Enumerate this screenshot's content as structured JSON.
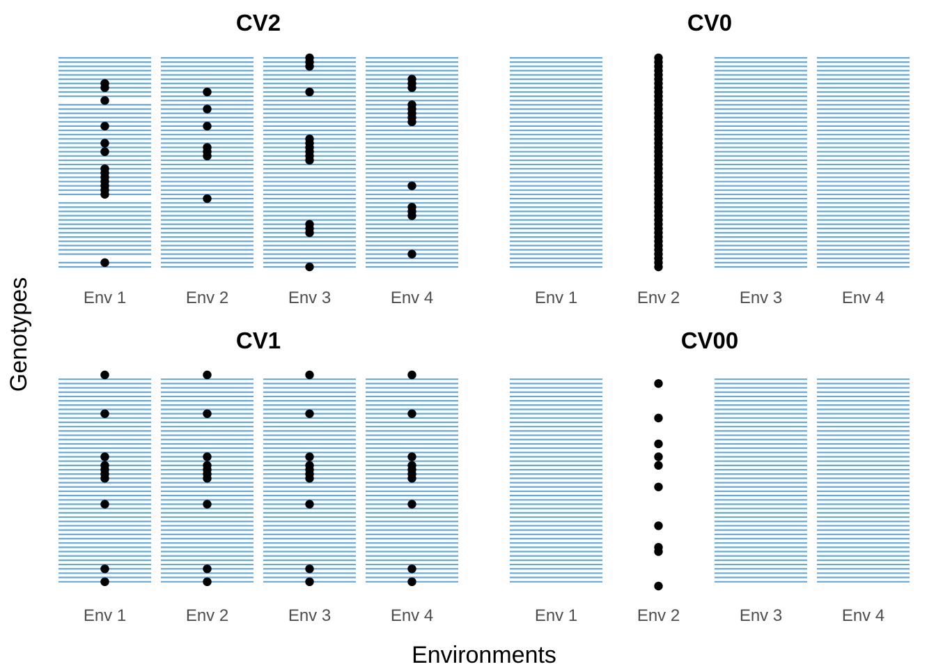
{
  "colors": {
    "train_line": "#63a9dd",
    "test_point": "#000000",
    "tick_text": "#4d4d4d",
    "background": "#ffffff"
  },
  "axes": {
    "xlabel": "Environments",
    "ylabel": "Genotypes"
  },
  "chart_data": [
    {
      "type": "scatter",
      "title": "CV2",
      "categories": [
        "Env 1",
        "Env 2",
        "Env 3",
        "Env 4"
      ],
      "ylim": [
        1,
        50
      ],
      "series": [
        {
          "role": "train",
          "render": "hline",
          "values": [
            [
              1,
              2,
              3,
              4,
              5,
              6,
              7,
              8,
              9,
              10,
              12,
              13,
              14,
              15,
              16,
              17,
              18,
              19,
              20,
              21,
              22,
              23,
              24,
              25,
              26,
              27,
              28,
              29,
              30,
              31,
              32,
              33,
              35,
              36,
              37,
              38,
              39,
              40,
              41,
              42,
              43,
              44,
              45,
              46,
              47,
              49,
              50
            ],
            [
              1,
              2,
              3,
              4,
              5,
              6,
              7,
              8,
              9,
              10,
              11,
              12,
              13,
              14,
              15,
              16,
              17,
              18,
              19,
              20,
              21,
              22,
              23,
              24,
              25,
              26,
              27,
              28,
              29,
              30,
              31,
              32,
              33,
              34,
              35,
              36,
              37,
              38,
              39,
              40,
              41,
              42,
              43,
              44,
              45,
              46,
              47,
              48,
              49,
              50
            ],
            [
              1,
              2,
              3,
              4,
              5,
              6,
              7,
              8,
              9,
              10,
              11,
              12,
              13,
              14,
              15,
              16,
              17,
              18,
              19,
              20,
              21,
              22,
              23,
              24,
              25,
              26,
              27,
              28,
              29,
              30,
              31,
              32,
              33,
              34,
              35,
              36,
              37,
              38,
              39,
              40,
              41,
              42,
              43,
              44,
              45,
              46,
              47,
              48,
              49,
              50
            ],
            [
              1,
              2,
              3,
              4,
              5,
              6,
              7,
              8,
              9,
              10,
              11,
              12,
              13,
              14,
              15,
              16,
              17,
              18,
              19,
              20,
              21,
              22,
              23,
              24,
              25,
              26,
              27,
              28,
              29,
              30,
              31,
              32,
              33,
              34,
              35,
              36,
              37,
              38,
              39,
              40,
              41,
              42,
              43,
              44,
              45,
              46,
              47,
              48,
              49,
              50
            ]
          ]
        },
        {
          "role": "test",
          "render": "point",
          "values": [
            [
              7,
              8,
              11,
              17,
              21,
              23,
              27,
              28,
              29,
              30,
              31,
              32,
              33,
              49
            ],
            [
              9,
              13,
              17,
              22,
              23,
              24,
              34
            ],
            [
              1,
              2,
              3,
              9,
              20,
              21,
              22,
              23,
              24,
              25,
              40,
              41,
              42,
              50
            ],
            [
              6,
              7,
              8,
              12,
              13,
              14,
              15,
              16,
              31,
              36,
              37,
              38,
              47
            ]
          ]
        }
      ]
    },
    {
      "type": "scatter",
      "title": "CV0",
      "categories": [
        "Env 1",
        "Env 2",
        "Env 3",
        "Env 4"
      ],
      "ylim": [
        1,
        50
      ],
      "series": [
        {
          "role": "train",
          "render": "hline",
          "values": [
            [
              1,
              2,
              3,
              4,
              5,
              6,
              7,
              8,
              9,
              10,
              11,
              12,
              13,
              14,
              15,
              16,
              17,
              18,
              19,
              20,
              21,
              22,
              23,
              24,
              25,
              26,
              27,
              28,
              29,
              30,
              31,
              32,
              33,
              34,
              35,
              36,
              37,
              38,
              39,
              40,
              41,
              42,
              43,
              44,
              45,
              46,
              47,
              48,
              49,
              50
            ],
            [],
            [
              1,
              2,
              3,
              4,
              5,
              6,
              7,
              8,
              9,
              10,
              11,
              12,
              13,
              14,
              15,
              16,
              17,
              18,
              19,
              20,
              21,
              22,
              23,
              24,
              25,
              26,
              27,
              28,
              29,
              30,
              31,
              32,
              33,
              34,
              35,
              36,
              37,
              38,
              39,
              40,
              41,
              42,
              43,
              44,
              45,
              46,
              47,
              48,
              49,
              50
            ],
            [
              1,
              2,
              3,
              4,
              5,
              6,
              7,
              8,
              9,
              10,
              11,
              12,
              13,
              14,
              15,
              16,
              17,
              18,
              19,
              20,
              21,
              22,
              23,
              24,
              25,
              26,
              27,
              28,
              29,
              30,
              31,
              32,
              33,
              34,
              35,
              36,
              37,
              38,
              39,
              40,
              41,
              42,
              43,
              44,
              45,
              46,
              47,
              48,
              49,
              50
            ]
          ]
        },
        {
          "role": "test",
          "render": "point",
          "values": [
            [],
            [
              1,
              2,
              3,
              4,
              5,
              6,
              7,
              8,
              9,
              10,
              11,
              12,
              13,
              14,
              15,
              16,
              17,
              18,
              19,
              20,
              21,
              22,
              23,
              24,
              25,
              26,
              27,
              28,
              29,
              30,
              31,
              32,
              33,
              34,
              35,
              36,
              37,
              38,
              39,
              40,
              41,
              42,
              43,
              44,
              45,
              46,
              47,
              48,
              49,
              50
            ],
            [],
            []
          ]
        }
      ]
    },
    {
      "type": "scatter",
      "title": "CV1",
      "categories": [
        "Env 1",
        "Env 2",
        "Env 3",
        "Env 4"
      ],
      "ylim": [
        1,
        50
      ],
      "series": [
        {
          "role": "train",
          "render": "hline",
          "values": [
            [
              2,
              3,
              4,
              5,
              6,
              7,
              8,
              9,
              10,
              11,
              12,
              13,
              14,
              15,
              16,
              17,
              18,
              19,
              20,
              21,
              22,
              23,
              24,
              25,
              26,
              27,
              28,
              29,
              30,
              31,
              32,
              33,
              34,
              35,
              36,
              37,
              38,
              39,
              40,
              41,
              42,
              43,
              44,
              45,
              46,
              47,
              48,
              49
            ],
            [
              2,
              3,
              4,
              5,
              6,
              7,
              8,
              9,
              10,
              11,
              12,
              13,
              14,
              15,
              16,
              17,
              18,
              19,
              20,
              21,
              22,
              23,
              24,
              25,
              26,
              27,
              28,
              29,
              30,
              31,
              32,
              33,
              34,
              35,
              36,
              37,
              38,
              39,
              40,
              41,
              42,
              43,
              44,
              45,
              46,
              47,
              48,
              49
            ],
            [
              2,
              3,
              4,
              5,
              6,
              7,
              8,
              9,
              10,
              11,
              12,
              13,
              14,
              15,
              16,
              17,
              18,
              19,
              20,
              21,
              22,
              23,
              24,
              25,
              26,
              27,
              28,
              29,
              30,
              31,
              32,
              33,
              34,
              35,
              36,
              37,
              38,
              39,
              40,
              41,
              42,
              43,
              44,
              45,
              46,
              47,
              48,
              49
            ],
            [
              2,
              3,
              4,
              5,
              6,
              7,
              8,
              9,
              10,
              11,
              12,
              13,
              14,
              15,
              16,
              17,
              18,
              19,
              20,
              21,
              22,
              23,
              24,
              25,
              26,
              27,
              28,
              29,
              30,
              31,
              32,
              33,
              34,
              35,
              36,
              37,
              38,
              39,
              40,
              41,
              42,
              43,
              44,
              45,
              46,
              47,
              48,
              49
            ]
          ]
        },
        {
          "role": "test",
          "render": "point",
          "values": [
            [
              1,
              10,
              20,
              22,
              23,
              24,
              25,
              31,
              46,
              49
            ],
            [
              1,
              10,
              20,
              22,
              23,
              24,
              25,
              31,
              46,
              49
            ],
            [
              1,
              10,
              20,
              22,
              23,
              24,
              25,
              31,
              46,
              49
            ],
            [
              1,
              10,
              20,
              22,
              23,
              24,
              25,
              31,
              46,
              49
            ]
          ]
        }
      ]
    },
    {
      "type": "scatter",
      "title": "CV00",
      "categories": [
        "Env 1",
        "Env 2",
        "Env 3",
        "Env 4"
      ],
      "ylim": [
        1,
        50
      ],
      "series": [
        {
          "role": "train",
          "render": "hline",
          "values": [
            [
              2,
              3,
              4,
              5,
              6,
              7,
              8,
              9,
              10,
              11,
              12,
              13,
              14,
              15,
              16,
              17,
              18,
              19,
              20,
              21,
              22,
              23,
              24,
              25,
              26,
              27,
              28,
              29,
              30,
              31,
              32,
              33,
              34,
              35,
              36,
              37,
              38,
              39,
              40,
              41,
              42,
              43,
              44,
              45,
              46,
              47,
              48,
              49
            ],
            [],
            [
              2,
              3,
              4,
              5,
              6,
              7,
              8,
              9,
              10,
              11,
              12,
              13,
              14,
              15,
              16,
              17,
              18,
              19,
              20,
              21,
              22,
              23,
              24,
              25,
              26,
              27,
              28,
              29,
              30,
              31,
              32,
              33,
              34,
              35,
              36,
              37,
              38,
              39,
              40,
              41,
              42,
              43,
              44,
              45,
              46,
              47,
              48,
              49
            ],
            [
              2,
              3,
              4,
              5,
              6,
              7,
              8,
              9,
              10,
              11,
              12,
              13,
              14,
              15,
              16,
              17,
              18,
              19,
              20,
              21,
              22,
              23,
              24,
              25,
              26,
              27,
              28,
              29,
              30,
              31,
              32,
              33,
              34,
              35,
              36,
              37,
              38,
              39,
              40,
              41,
              42,
              43,
              44,
              45,
              46,
              47,
              48,
              49
            ]
          ]
        },
        {
          "role": "test",
          "render": "point",
          "values": [
            [],
            [
              3,
              11,
              17,
              20,
              22,
              27,
              36,
              41,
              42,
              50
            ],
            [],
            []
          ]
        }
      ]
    }
  ]
}
